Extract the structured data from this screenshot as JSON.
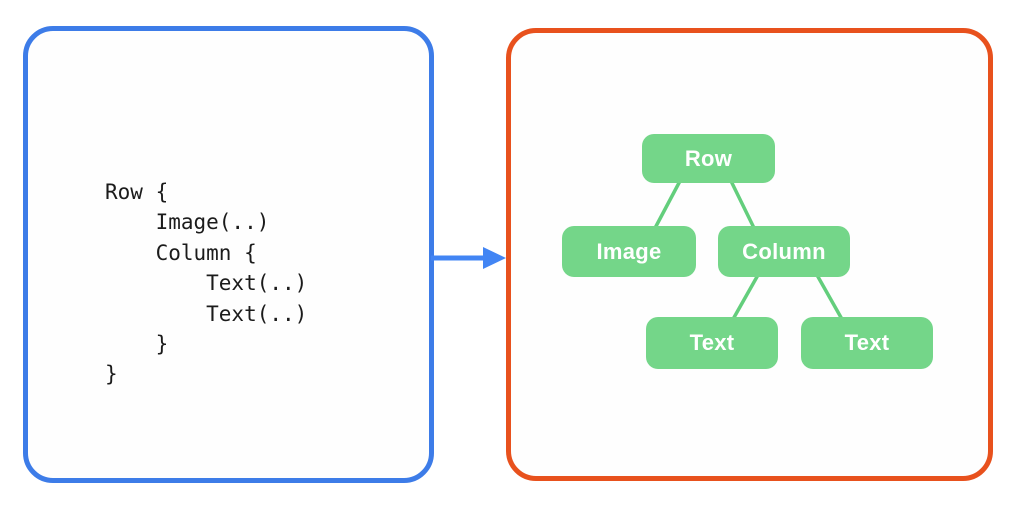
{
  "colors": {
    "code_panel_border": "#3D7CE8",
    "arrow_blue": "#4285F4",
    "tree_panel_border": "#E8511D",
    "node_fill": "#74D689",
    "node_text": "#FFFFFF",
    "connector_green": "#63CE7C",
    "code_text": "#1B1B1B",
    "background": "#FFFFFF"
  },
  "code_panel": {
    "lines": [
      "Row {",
      "    Image(..)",
      "    Column {",
      "        Text(..)",
      "        Text(..)",
      "    }",
      "}"
    ]
  },
  "arrow": {
    "direction": "right"
  },
  "tree_panel": {
    "nodes": [
      {
        "id": "row",
        "label": "Row"
      },
      {
        "id": "image",
        "label": "Image"
      },
      {
        "id": "column",
        "label": "Column"
      },
      {
        "id": "text-1",
        "label": "Text"
      },
      {
        "id": "text-2",
        "label": "Text"
      }
    ],
    "edges": [
      {
        "from": "row",
        "to": "image"
      },
      {
        "from": "row",
        "to": "column"
      },
      {
        "from": "column",
        "to": "text-1"
      },
      {
        "from": "column",
        "to": "text-2"
      }
    ]
  }
}
